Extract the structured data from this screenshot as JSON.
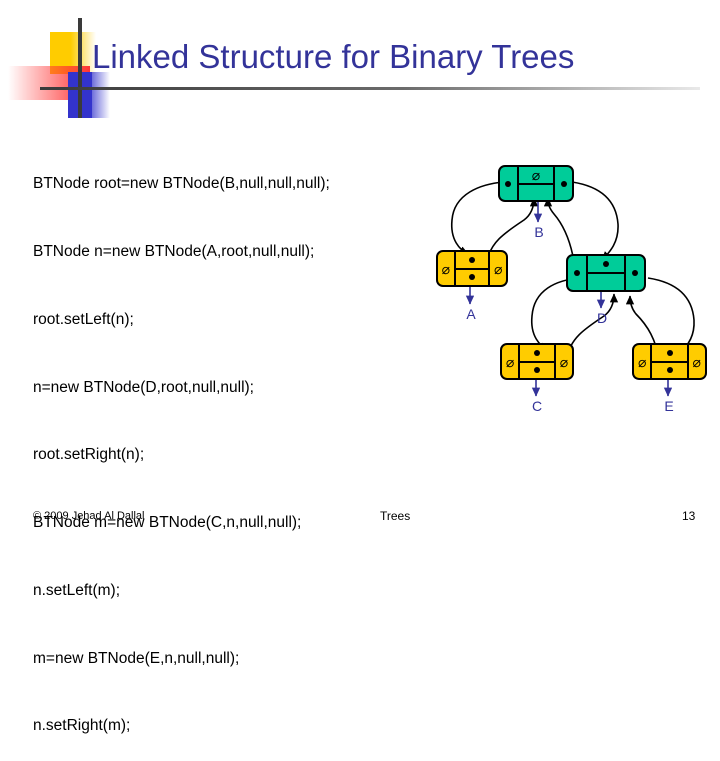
{
  "slide": {
    "title": "Linked Structure for Binary Trees",
    "title_color": "#333399"
  },
  "code": {
    "lines": [
      "BTNode root=new BTNode(B,null,null,null);",
      "BTNode n=new BTNode(A,root,null,null);",
      "root.setLeft(n);",
      "n=new BTNode(D,root,null,null);",
      "root.setRight(n);",
      "BTNode m=new BTNode(C,n,null,null);",
      "n.setLeft(m);",
      "m=new BTNode(E,n,null,null);",
      "n.setRight(m);"
    ]
  },
  "diagram": {
    "type": "linked-binary-tree",
    "null_symbol": "⌀",
    "node_colors": {
      "internal": "#00CC99",
      "leaf": "#FFCC00",
      "label": "#333399"
    },
    "nodes": [
      {
        "id": "B",
        "label": "B",
        "color": "#00CC99",
        "role": "root",
        "left_field": "pointer",
        "right_field": "pointer",
        "parent_field": "null",
        "parent_symbol": "⌀",
        "left_child": "A",
        "right_child": "D",
        "parent": null
      },
      {
        "id": "A",
        "label": "A",
        "color": "#FFCC00",
        "role": "leaf",
        "left_field": "null",
        "right_field": "null",
        "parent_field": "pointer",
        "left_symbol": "⌀",
        "right_symbol": "⌀",
        "left_child": null,
        "right_child": null,
        "parent": "B"
      },
      {
        "id": "D",
        "label": "D",
        "color": "#00CC99",
        "role": "internal",
        "left_field": "pointer",
        "right_field": "pointer",
        "parent_field": "pointer",
        "left_child": "C",
        "right_child": "E",
        "parent": "B"
      },
      {
        "id": "C",
        "label": "C",
        "color": "#FFCC00",
        "role": "leaf",
        "left_field": "null",
        "right_field": "null",
        "parent_field": "pointer",
        "left_symbol": "⌀",
        "right_symbol": "⌀",
        "left_child": null,
        "right_child": null,
        "parent": "D"
      },
      {
        "id": "E",
        "label": "E",
        "color": "#FFCC00",
        "role": "leaf",
        "left_field": "null",
        "right_field": "null",
        "parent_field": "pointer",
        "left_symbol": "⌀",
        "right_symbol": "⌀",
        "left_child": null,
        "right_child": null,
        "parent": "D"
      }
    ]
  },
  "footer": {
    "copyright": "© 2009 Jehad Al Dallal",
    "section": "Trees",
    "page": "13"
  }
}
